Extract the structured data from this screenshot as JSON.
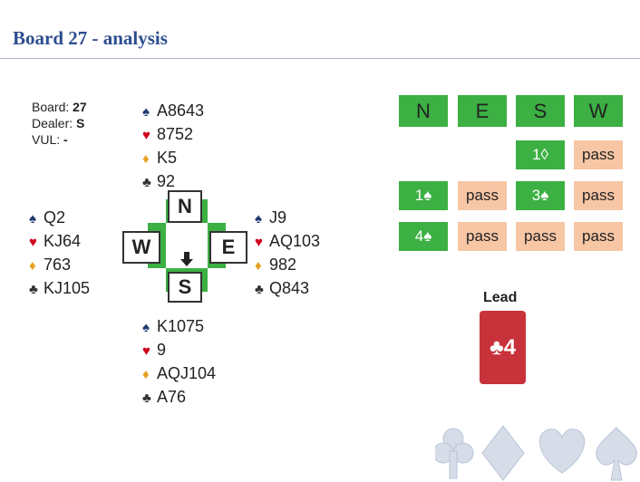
{
  "title": "Board 27 - analysis",
  "board_info": {
    "board_label": "Board:",
    "board_value": "27",
    "dealer_label": "Dealer:",
    "dealer_value": "S",
    "vul_label": "VUL:",
    "vul_value": "-"
  },
  "suits": {
    "spade": "♠",
    "heart": "♥",
    "diamond": "♦",
    "club": "♣",
    "diamond_outline": "◊"
  },
  "hands": {
    "north": {
      "spades": "A8643",
      "hearts": "8752",
      "diamonds": "K5",
      "clubs": "92"
    },
    "west": {
      "spades": "Q2",
      "hearts": "KJ64",
      "diamonds": "763",
      "clubs": "KJ105"
    },
    "east": {
      "spades": "J9",
      "hearts": "AQ103",
      "diamonds": "982",
      "clubs": "Q843"
    },
    "south": {
      "spades": "K1075",
      "hearts": "9",
      "diamonds": "AQJ104",
      "clubs": "A76"
    }
  },
  "compass": {
    "n": "N",
    "e": "E",
    "s": "S",
    "w": "W"
  },
  "bidding": {
    "headers": [
      "N",
      "E",
      "S",
      "W"
    ],
    "rows": [
      [
        "",
        "",
        "1◊",
        "pass"
      ],
      [
        "1♠",
        "pass",
        "3♠",
        "pass"
      ],
      [
        "4♠",
        "pass",
        "pass",
        "pass"
      ]
    ]
  },
  "lead": {
    "label": "Lead",
    "card": "♣4"
  },
  "colors": {
    "green": "#3cb043",
    "peach": "#f7c6a5",
    "card_red": "#c8323a",
    "title_blue": "#2e4d8f"
  }
}
